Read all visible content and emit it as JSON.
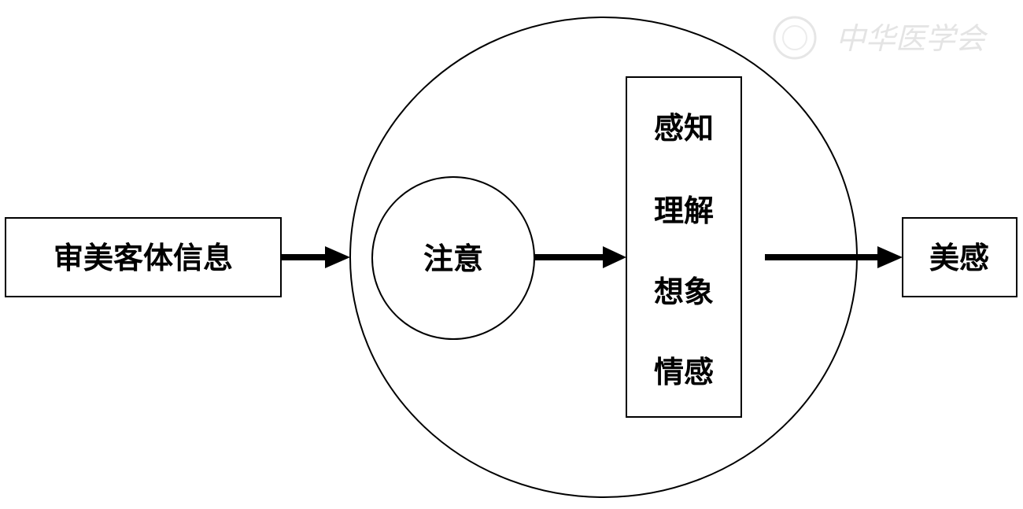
{
  "watermark": {
    "text": "中华医学会"
  },
  "nodes": {
    "input": "审美客体信息",
    "attention": "注意",
    "processes": [
      "感知",
      "理解",
      "想象",
      "情感"
    ],
    "output": "美感"
  }
}
